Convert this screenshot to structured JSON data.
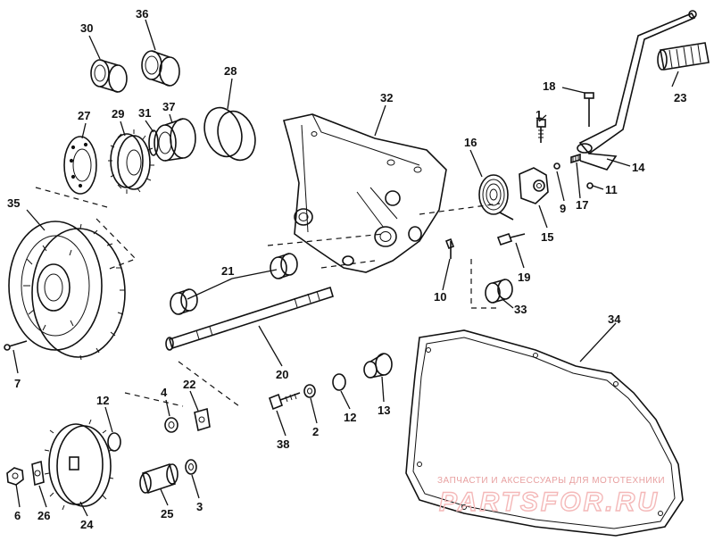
{
  "labels": {
    "l1": "1",
    "l2": "2",
    "l3": "3",
    "l4": "4",
    "l6": "6",
    "l7": "7",
    "l9": "9",
    "l10": "10",
    "l11": "11",
    "l12a": "12",
    "l12b": "12",
    "l13": "13",
    "l14": "14",
    "l15": "15",
    "l16": "16",
    "l17": "17",
    "l18": "18",
    "l19": "19",
    "l20": "20",
    "l21": "21",
    "l22": "22",
    "l23": "23",
    "l24": "24",
    "l25": "25",
    "l26": "26",
    "l27": "27",
    "l28": "28",
    "l29": "29",
    "l30": "30",
    "l31": "31",
    "l32": "32",
    "l33": "33",
    "l34": "34",
    "l35": "35",
    "l36": "36",
    "l37": "37",
    "l38": "38"
  },
  "watermark": {
    "top_text": "ЗАПЧАСТИ И АКСЕССУАРЫ ДЛЯ МОТОТЕХНИКИ",
    "brand": "PARTSFOR.RU"
  }
}
